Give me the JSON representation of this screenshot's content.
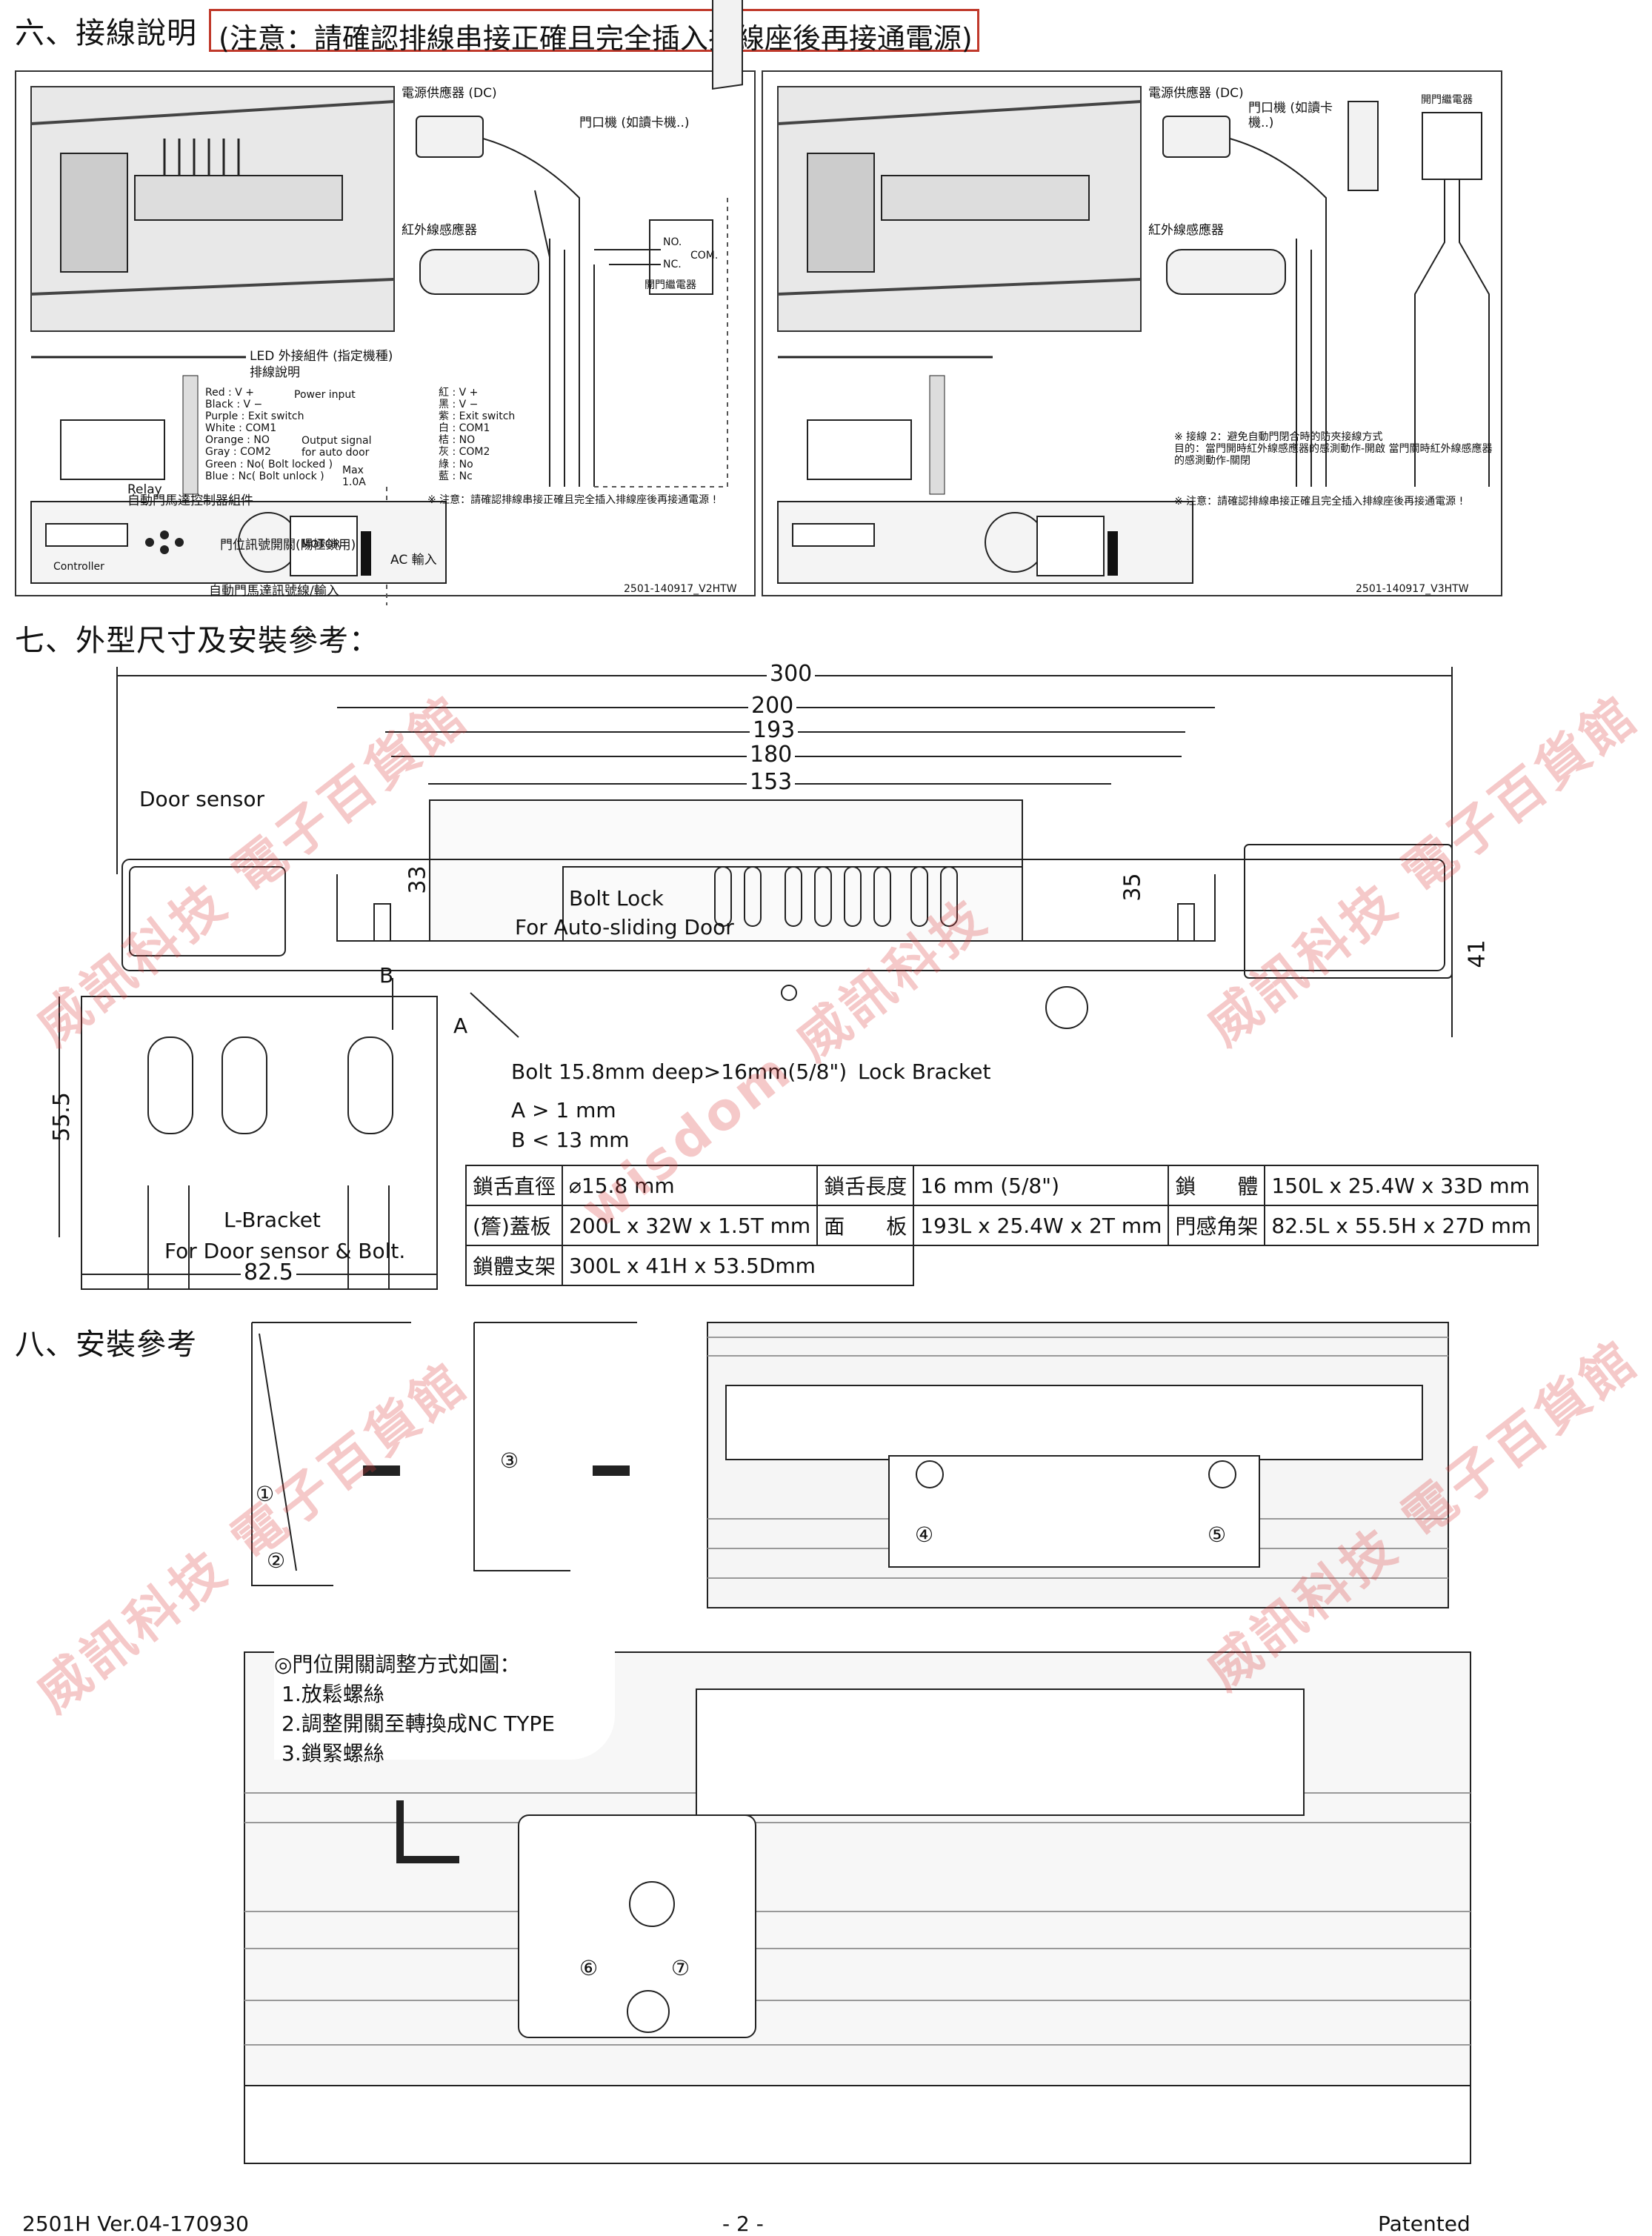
{
  "section6": {
    "title": "六、接線說明",
    "notice": "(注意：請確認排線串接正確且完全插入排線座後再接通電源)",
    "left": {
      "power_supply": "電源供應器 (DC)",
      "door_reader": "門口機 (如讀卡機..)",
      "ir_sensor": "紅外線感應器",
      "door_switch": "開門繼電器",
      "no": "NO.",
      "nc": "NC.",
      "com": "COM.",
      "led_kit": "LED 外接組件 (指定機種)",
      "wiring_desc": "排線說明",
      "wires": [
        "Red : V +",
        "Black : V −",
        "Purple : Exit switch",
        "White : COM1",
        "Orange : NO",
        "Gray : COM2",
        "Green : No( Bolt locked )",
        "Blue : Nc( Bolt unlock )"
      ],
      "power_input": "Power input",
      "output_signal": "Output signal for auto door",
      "max": "Max 1.0A",
      "cn_wires": [
        "紅 : V +",
        "黑 : V −",
        "紫 : Exit switch",
        "白 : COM1",
        "桔 : NO",
        "灰 : COM2",
        "綠 : No",
        "藍 : Nc"
      ],
      "relay": "Relay",
      "door_pos_switch": "門位訊號開關(陽極鎖用)",
      "ac_input": "AC 輸入",
      "controller_group": "自動門馬達控制器組件",
      "controller": "Controller",
      "motor": "MOTOR",
      "signal_input": "自動門馬達訊號線/輸入",
      "note": "※ 注意：請確認排線串接正確且完全插入排線座後再接通電源 !",
      "code": "2501-140917_V2HTW"
    },
    "right": {
      "power_supply": "電源供應器 (DC)",
      "door_reader": "門口機 (如讀卡機..)",
      "door_switch": "開門繼電器",
      "ir_sensor": "紅外線感應器",
      "note2_title": "※ 接線 2：避免自動門閉合時的防夾接線方式",
      "note2_purpose": "目的：當門開時紅外線感應器的感測動作-開啟 當門關時紅外線感應器的感測動作-關閉",
      "note": "※ 注意：請確認排線串接正確且完全插入排線座後再接通電源 !",
      "code": "2501-140917_V3HTW"
    }
  },
  "section7": {
    "title": "七、外型尺寸及安裝參考：",
    "dims": [
      "300",
      "200",
      "193",
      "180",
      "153",
      "33",
      "35",
      "41",
      "55.5",
      "82.5"
    ],
    "door_sensor": "Door sensor",
    "bolt_lock": "Bolt Lock",
    "for_auto": "For Auto-sliding Door",
    "b": "B",
    "a": "A",
    "bolt_note": "Bolt   15.8mm deep>16mm(5/8\")",
    "lock_bracket": "Lock Bracket",
    "a_rule": "A > 1 mm",
    "b_rule": "B < 13 mm",
    "l_bracket": "L-Bracket",
    "for_door_sensor": "For Door sensor & Bolt.",
    "spec": [
      [
        "鎖舌直徑",
        "⌀15.8 mm",
        "鎖舌長度",
        "16 mm (5/8\")",
        "鎖　　體",
        "150L x 25.4W x 33D mm"
      ],
      [
        "(簷)蓋板",
        "200L x 32W x 1.5T mm",
        "面　　板",
        "193L x 25.4W x 2T mm",
        "門感角架",
        "82.5L x 55.5H x 27D mm"
      ],
      [
        "鎖體支架",
        "300L x 41H x 53.5Dmm"
      ]
    ]
  },
  "section8": {
    "title": "八、安裝參考",
    "steps": [
      "①",
      "②",
      "③",
      "④",
      "⑤",
      "⑥",
      "⑦"
    ],
    "adjust_title": "◎門位開關調整方式如圖：",
    "adjust_steps": [
      "1.放鬆螺絲",
      "2.調整開關至轉換成NC TYPE",
      "3.鎖緊螺絲"
    ]
  },
  "watermark": {
    "line1": "威訊科技",
    "line2": "電子百貨館",
    "line3": "wisdom"
  },
  "footer": {
    "version": "2501H Ver.04-170930",
    "page": "- 2 -",
    "patent": "Patented"
  }
}
